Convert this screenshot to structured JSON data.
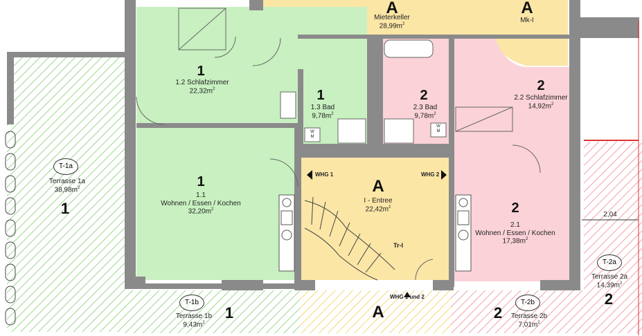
{
  "rooms": {
    "mieterkeller": {
      "unit": "A",
      "name": "Mieterkeller",
      "area": "28,99m",
      "sup": "2"
    },
    "mk": {
      "unit": "A",
      "name": "Mk-I"
    },
    "schlafzimmer_1": {
      "unit": "1",
      "name": "1.2  Schlafzimmer",
      "area": "22,32m",
      "sup": "2"
    },
    "bad_1": {
      "unit": "1",
      "name": "1.3  Bad",
      "area": "9,78m",
      "sup": "2"
    },
    "bad_2": {
      "unit": "2",
      "name": "2.3  Bad",
      "area": "9,78m",
      "sup": "2"
    },
    "schlafzimmer_2": {
      "unit": "2",
      "name": "2.2 Schlafzimmer",
      "area": "14,92m",
      "sup": "2"
    },
    "wohnen_1": {
      "unit": "1",
      "num": "1.1",
      "name": "Wohnen / Essen / Kochen",
      "area": "32,20m",
      "sup": "2"
    },
    "entree": {
      "unit": "A",
      "name": "I - Entree",
      "area": "22,42m",
      "sup": "2"
    },
    "wohnen_2": {
      "unit": "2",
      "num": "2.1",
      "name": "Wohnen / Essen / Kochen",
      "area": "17,38m",
      "sup": "2"
    }
  },
  "terraces": {
    "t1a": {
      "badge": "T-1a",
      "name": "Terrasse 1a",
      "area": "38,98m",
      "sup": "2",
      "unit": "1"
    },
    "t1b": {
      "badge": "T-1b",
      "name": "Terrasse 1b",
      "area": "9,43m",
      "sup": "2",
      "unit": "1"
    },
    "t2b": {
      "badge": "T-2b",
      "name": "Terrasse 2b",
      "area": "7,01m",
      "sup": "2",
      "unit": "2"
    },
    "t2a": {
      "badge": "T-2a",
      "name": "Terrasse 2a",
      "area": "14,39m",
      "sup": "2",
      "unit": "2"
    },
    "entrance_unit": "A"
  },
  "labels": {
    "whg1": "WHG 1",
    "whg2": "WHG 2",
    "whg12": "WHG 1 und 2",
    "stair": "Tr-I",
    "dimension": "2,04",
    "wm1": "W M",
    "wm2": "W M"
  },
  "colors": {
    "unit1": "#c8f0c0",
    "unit2": "#fad2d8",
    "common": "#fbe6a6",
    "wall": "#8a8a8a",
    "hatch1": "#9ad88e",
    "hatch2": "#f2a0ab",
    "hatchA": "#f2d878"
  }
}
